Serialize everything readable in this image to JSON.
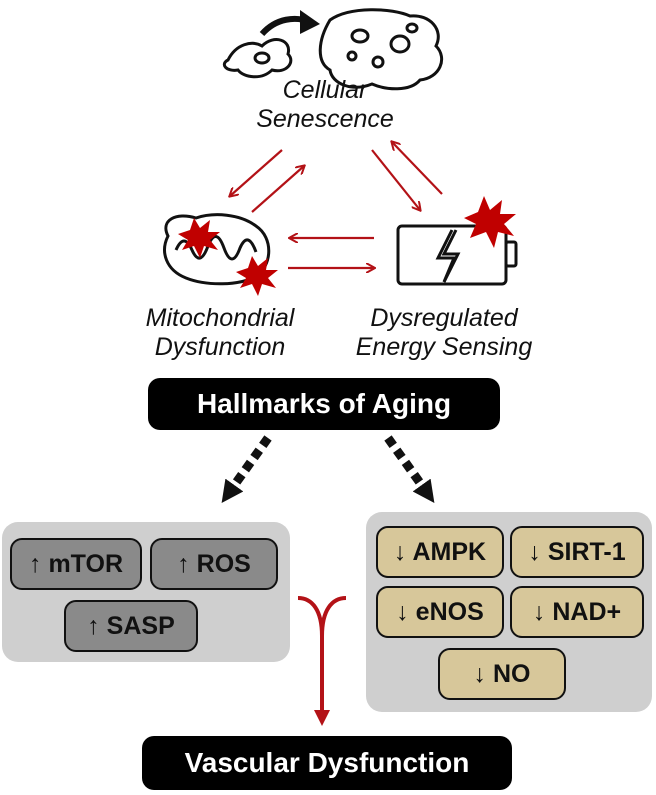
{
  "nodes": {
    "senescence": {
      "line1": "Cellular",
      "line2": "Senescence"
    },
    "mitochondrial": {
      "line1": "Mitochondrial",
      "line2": "Dysfunction"
    },
    "energy": {
      "line1": "Dysregulated",
      "line2": "Energy Sensing"
    }
  },
  "hallmarks_label": "Hallmarks of Aging",
  "left_panel": {
    "items": [
      "↑ mTOR",
      "↑ ROS",
      "↑ SASP"
    ]
  },
  "right_panel": {
    "items": [
      "↓ AMPK",
      "↓ SIRT-1",
      "↓ eNOS",
      "↓ NAD+",
      "↓ NO"
    ]
  },
  "outcome_label": "Vascular Dysfunction",
  "colors": {
    "arrow_red": "#b31217",
    "burst_red": "#c00000",
    "up_chip": "#8a8a8a",
    "down_chip": "#d7c79a",
    "panel": "#cfcfcf"
  }
}
